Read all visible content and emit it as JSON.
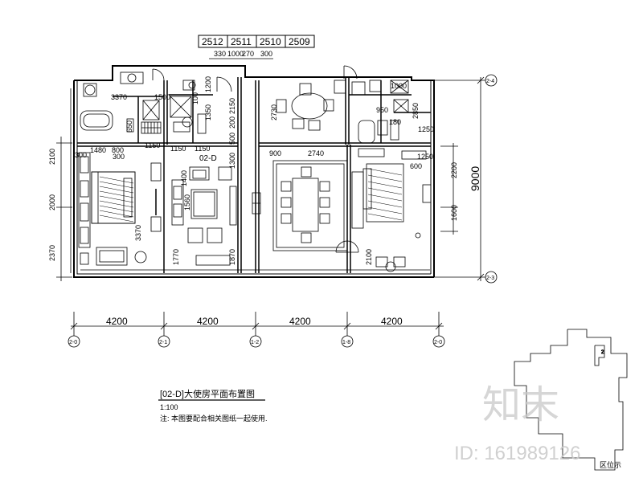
{
  "header_boxes": [
    "2512",
    "2511",
    "2510",
    "2509"
  ],
  "top_dims": [
    "330",
    "1000",
    "270",
    "300"
  ],
  "right_dim": "9000",
  "right_axes": [
    "2-4",
    "2-3"
  ],
  "bottom_dims": [
    "4200",
    "4200",
    "4200",
    "4200"
  ],
  "bottom_axes": [
    "2-0",
    "2-1",
    "1-2",
    "1-8",
    "2-0"
  ],
  "left_dims": [
    "2100",
    "2000",
    "2370"
  ],
  "inner_dims": {
    "d1480": "1480",
    "d800": "800",
    "d300a": "300",
    "d300b": "300",
    "d1150a": "1150",
    "d1150b": "1150",
    "d1150c": "1150",
    "d3370a": "3370",
    "d3370b": "3370",
    "d1250a": "1250",
    "d1250b": "1250",
    "d1500": "1500",
    "d1200": "1200",
    "d2150": "2150",
    "d2730": "2730",
    "d950": "950",
    "d2850": "2850",
    "d2200": "2200",
    "d1600": "1600",
    "d900": "900",
    "d2740": "2740",
    "d600": "600",
    "d1770": "1770",
    "d1870": "1870",
    "d2100": "2100",
    "d1300": "1300",
    "d1400": "1400",
    "d500": "500",
    "d200": "200",
    "d1000": "1000",
    "d180": "180",
    "d100": "100",
    "d1350": "1350",
    "d650": "650",
    "d1560": "1560"
  },
  "room_label": "02-D",
  "title": "[02-D]大使房平面布置图",
  "scale": "1:100",
  "note": "注: 本图要配合相关图纸一起使用.",
  "watermark_brand": "知末",
  "watermark_id": "ID: 161989126",
  "keyplan_label": "区位示"
}
